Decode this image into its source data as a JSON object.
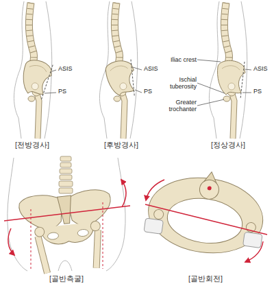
{
  "diagram": {
    "labels": [
      "ASIS",
      "PS",
      "ASIS",
      "PS",
      "Iliac crest",
      "ASIS",
      "Ischial tuberosity",
      "PS",
      "Greater trochanter",
      "[전방경사]",
      "[후방경사]",
      "[정상경사]",
      "[골반측굴]",
      "[골반회전]"
    ]
  }
}
